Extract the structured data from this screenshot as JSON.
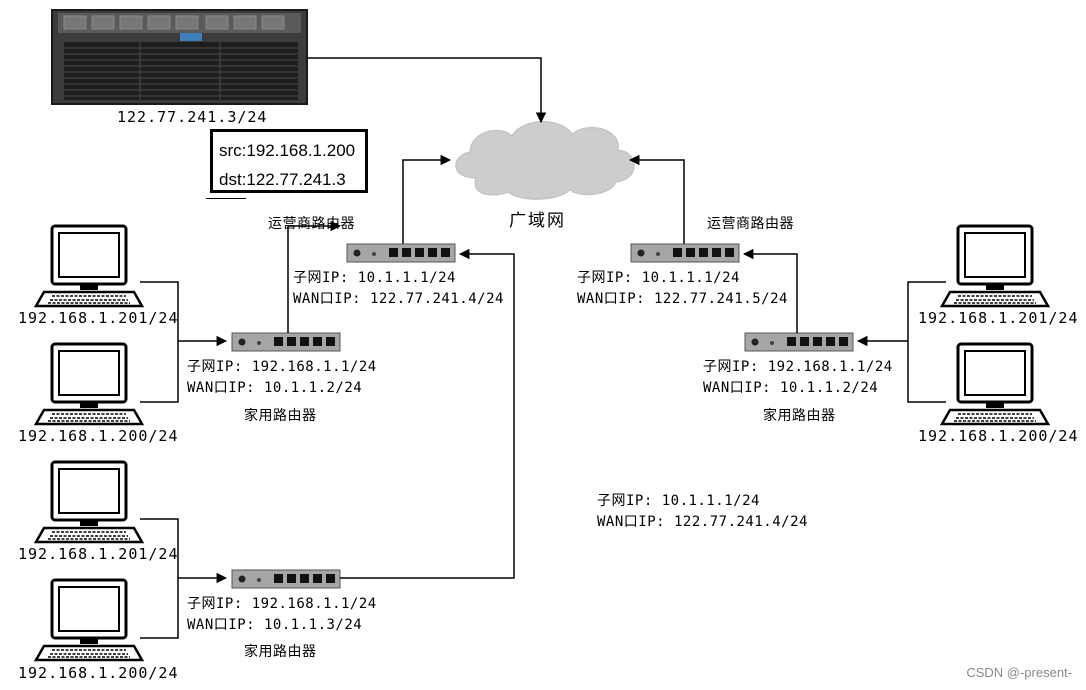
{
  "server": {
    "ip": "122.77.241.3/24"
  },
  "packet": {
    "src": "src:192.168.1.200",
    "dst": "dst:122.77.241.3"
  },
  "cloud": {
    "label": "广域网"
  },
  "left_isp": {
    "title": "运营商路由器",
    "subnet": "子网IP: 10.1.1.1/24",
    "wan": "WAN口IP: 122.77.241.4/24"
  },
  "right_isp": {
    "title": "运营商路由器",
    "subnet": "子网IP: 10.1.1.1/24",
    "wan": "WAN口IP: 122.77.241.5/24"
  },
  "home_router_1": {
    "subnet": "子网IP: 192.168.1.1/24",
    "wan": "WAN口IP: 10.1.1.2/24",
    "title": "家用路由器"
  },
  "home_router_2": {
    "subnet": "子网IP: 192.168.1.1/24",
    "wan": "WAN口IP: 10.1.1.3/24",
    "title": "家用路由器"
  },
  "home_router_3": {
    "subnet": "子网IP: 192.168.1.1/24",
    "wan": "WAN口IP: 10.1.1.2/24",
    "title": "家用路由器"
  },
  "pcs": {
    "left_a": "192.168.1.201/24",
    "left_b": "192.168.1.200/24",
    "left_c": "192.168.1.201/24",
    "left_d": "192.168.1.200/24",
    "right_a": "192.168.1.201/24",
    "right_b": "192.168.1.200/24"
  },
  "floating_note": {
    "subnet": "子网IP: 10.1.1.1/24",
    "wan": "WAN口IP: 122.77.241.4/24"
  },
  "watermark": "CSDN @-present-"
}
